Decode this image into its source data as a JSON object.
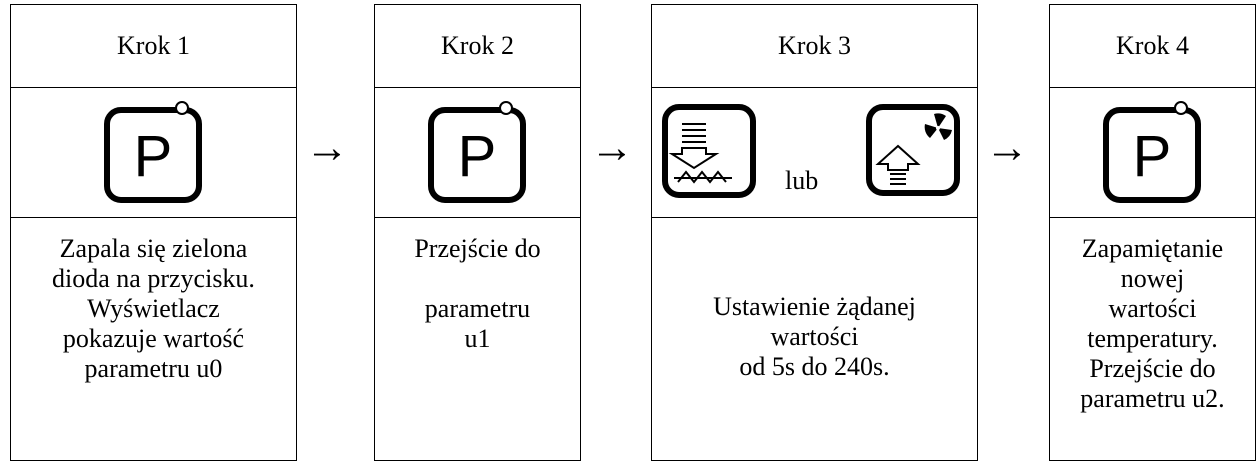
{
  "steps": [
    {
      "title": "Krok 1",
      "icon": "p-button-icon",
      "lines": [
        "Zapala się zielona",
        "dioda na przycisku.",
        "Wyświetlacz",
        "pokazuje wartość",
        "parametru u0"
      ]
    },
    {
      "title": "Krok 2",
      "icon": "p-button-icon",
      "lines": [
        "Przejście do",
        "",
        "parametru",
        "u1"
      ]
    },
    {
      "title": "Krok 3",
      "icons": [
        "down-arrow-button-icon",
        "up-arrow-fan-button-icon"
      ],
      "connector": "lub",
      "lines": [
        "Ustawienie żądanej",
        "wartości",
        "od 5s do 240s."
      ]
    },
    {
      "title": "Krok 4",
      "icon": "p-button-icon",
      "lines": [
        "Zapamiętanie",
        "nowej",
        "wartości",
        "temperatury.",
        "Przejście do",
        "parametru u2."
      ]
    }
  ],
  "arrow_symbol": "→",
  "p_letter": "P"
}
